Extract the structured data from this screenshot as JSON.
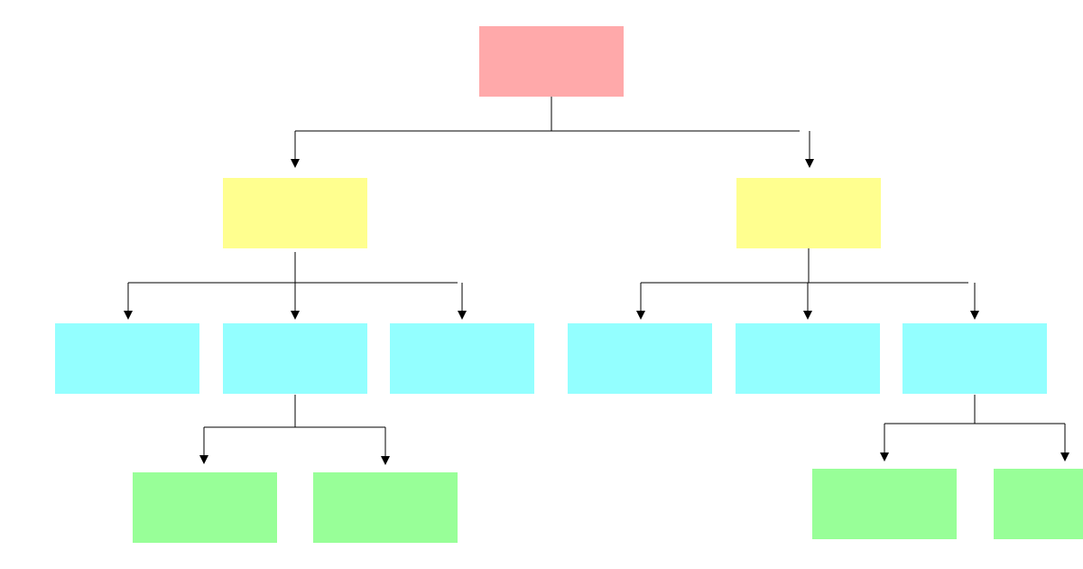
{
  "diagram": {
    "colors": {
      "root": "#ffa9aa",
      "level1": "#ffff8f",
      "level2": "#93ffff",
      "level3": "#98ff98",
      "connector": "#000000"
    },
    "nodes": [
      {
        "id": "root",
        "label": "",
        "color_key": "root"
      },
      {
        "id": "l1-left",
        "label": "",
        "color_key": "level1"
      },
      {
        "id": "l1-right",
        "label": "",
        "color_key": "level1"
      },
      {
        "id": "l2-a",
        "label": "",
        "color_key": "level2"
      },
      {
        "id": "l2-b",
        "label": "",
        "color_key": "level2"
      },
      {
        "id": "l2-c",
        "label": "",
        "color_key": "level2"
      },
      {
        "id": "l2-d",
        "label": "",
        "color_key": "level2"
      },
      {
        "id": "l2-e",
        "label": "",
        "color_key": "level2"
      },
      {
        "id": "l2-f",
        "label": "",
        "color_key": "level2"
      },
      {
        "id": "l3-a",
        "label": "",
        "color_key": "level3"
      },
      {
        "id": "l3-b",
        "label": "",
        "color_key": "level3"
      },
      {
        "id": "l3-c",
        "label": "",
        "color_key": "level3"
      },
      {
        "id": "l3-d",
        "label": "",
        "color_key": "level3"
      }
    ],
    "edges": [
      {
        "from": "root",
        "to": "l1-left"
      },
      {
        "from": "root",
        "to": "l1-right"
      },
      {
        "from": "l1-left",
        "to": "l2-a"
      },
      {
        "from": "l1-left",
        "to": "l2-b"
      },
      {
        "from": "l1-left",
        "to": "l2-c"
      },
      {
        "from": "l1-right",
        "to": "l2-d"
      },
      {
        "from": "l1-right",
        "to": "l2-e"
      },
      {
        "from": "l1-right",
        "to": "l2-f"
      },
      {
        "from": "l2-b",
        "to": "l3-a"
      },
      {
        "from": "l2-b",
        "to": "l3-b"
      },
      {
        "from": "l2-f",
        "to": "l3-c"
      },
      {
        "from": "l2-f",
        "to": "l3-d"
      }
    ]
  }
}
